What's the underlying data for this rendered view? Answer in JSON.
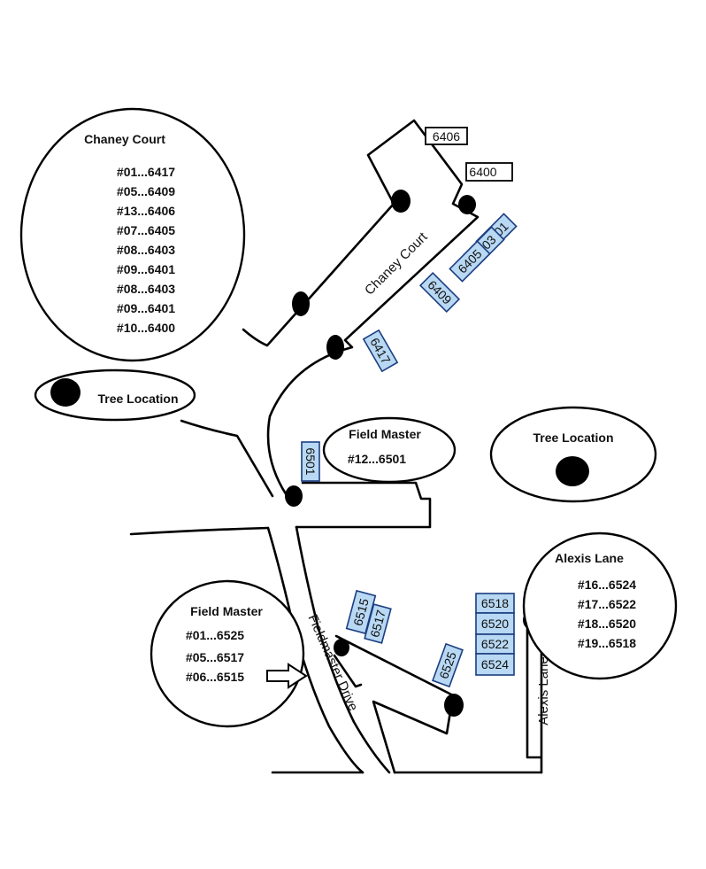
{
  "streets": {
    "chaney_court": "Chaney Court",
    "fieldmaster_drive": "Fieldmaster Drive",
    "alexis_lane": "Alexis Lane"
  },
  "legend": {
    "tree_location_left": "Tree Location",
    "tree_location_right": "Tree Location"
  },
  "chaney_court_box": {
    "title": "Chaney Court",
    "entries": [
      "#01...6417",
      "#05...6409",
      "#13...6406",
      "#07...6405",
      "#08...6403",
      "#09...6401",
      "#08...6403",
      "#09...6401",
      "#10...6400"
    ]
  },
  "field_master_top_box": {
    "title": "Field Master",
    "entries": [
      "#12...6501"
    ]
  },
  "field_master_bottom_box": {
    "title": "Field Master",
    "entries": [
      "#01...6525",
      "#05...6517",
      "#06...6515"
    ]
  },
  "alexis_lane_box": {
    "title": "Alexis Lane",
    "entries": [
      "#16...6524",
      "#17...6522",
      "#18...6520",
      "#19...6518"
    ]
  },
  "lots": {
    "l6406": "6406",
    "l6400": "6400",
    "l6401": "6401",
    "l6403": "6403",
    "l6405": "6405",
    "l6409": "6409",
    "l6417": "6417",
    "l6501": "6501",
    "l6515": "6515",
    "l6517": "6517",
    "l6525": "6525",
    "l6518": "6518",
    "l6520": "6520",
    "l6522": "6522",
    "l6524": "6524"
  },
  "colors": {
    "lot_fill": "#b8d8f3",
    "lot_border": "#1b3d80",
    "line": "#000000"
  },
  "icons": {
    "tree_marker": "black-dot-icon",
    "pointer": "right-arrow-icon"
  }
}
